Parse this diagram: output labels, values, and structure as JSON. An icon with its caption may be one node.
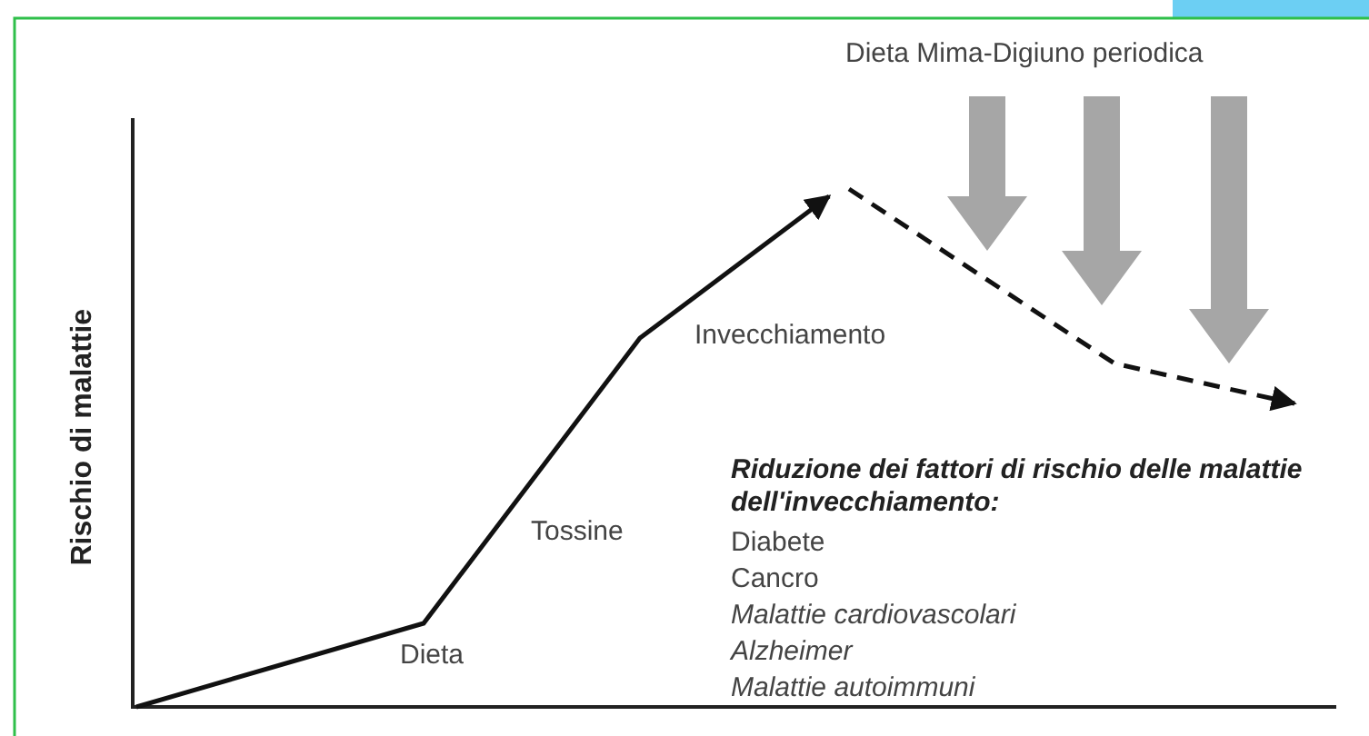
{
  "diagram": {
    "labels": [
      "Dieta Mima-Digiuno periodica",
      "Rischio di malattie",
      "Invecchiamento",
      "Tossine",
      "Dieta",
      "Riduzione dei fattori di rischio delle malattie dell'invecchiamento:",
      "Diabete",
      "Cancro",
      "Malattie cardiovascolari",
      "Alzheimer",
      "Malattie autoimmuni"
    ]
  }
}
